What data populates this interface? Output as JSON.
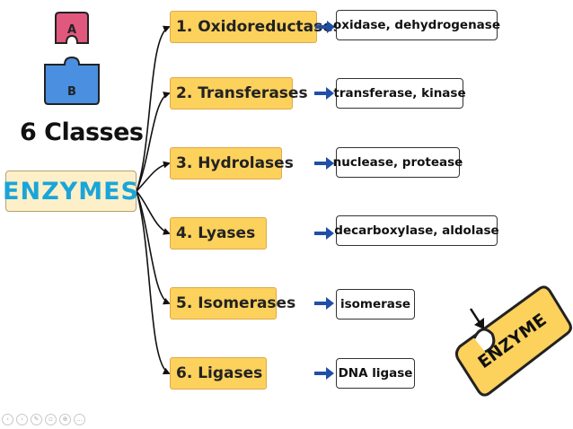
{
  "header": {
    "title": "6 Classes",
    "main_label": "ENZYMES",
    "block_a": "A",
    "block_b": "B"
  },
  "classes": [
    {
      "label": "1. Oxidoreductases",
      "example": "oxidase, dehydrogenase"
    },
    {
      "label": "2. Transferases",
      "example": "transferase, kinase"
    },
    {
      "label": "3. Hydrolases",
      "example": "nuclease, protease"
    },
    {
      "label": "4. Lyases",
      "example": "decarboxylase, aldolase"
    },
    {
      "label": "5. Isomerases",
      "example": "isomerase"
    },
    {
      "label": "6. Ligases",
      "example": "DNA ligase"
    }
  ],
  "badge": {
    "label": "ENZYME"
  },
  "colors": {
    "class_fill": "#fcd15c",
    "main_label": "#1aa5d9",
    "arrow": "#1f4fa8",
    "block_a": "#e0587e",
    "block_b": "#4a8fe0",
    "badge_fill": "#fcd15c"
  },
  "toolbar_icons": [
    "prev-icon",
    "next-icon",
    "pen-icon",
    "eraser-icon",
    "zoom-icon",
    "more-icon"
  ]
}
